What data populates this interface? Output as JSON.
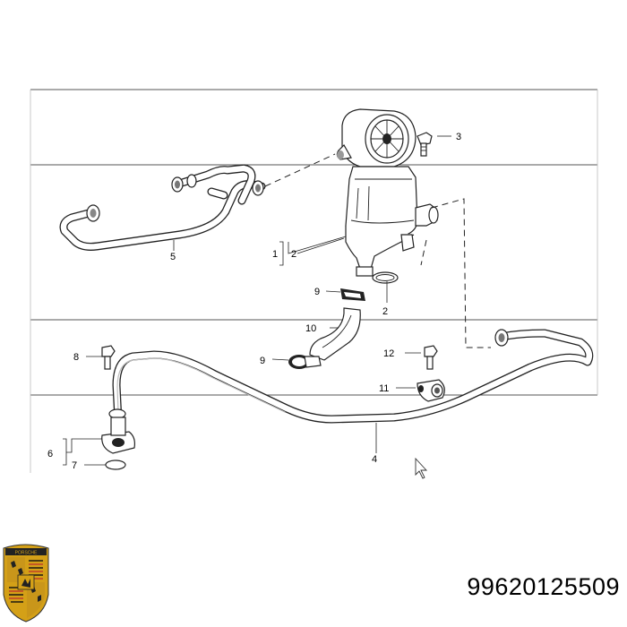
{
  "diagram": {
    "callouts": [
      "1",
      "2",
      "2",
      "3",
      "4",
      "5",
      "6",
      "7",
      "8",
      "9",
      "9",
      "10",
      "11",
      "12"
    ]
  },
  "part_number": "99620125509",
  "logo": {
    "name": "porsche-crest",
    "text": "PORSCHE",
    "colors": [
      "#d4a017",
      "#c0392b",
      "#000000"
    ]
  }
}
